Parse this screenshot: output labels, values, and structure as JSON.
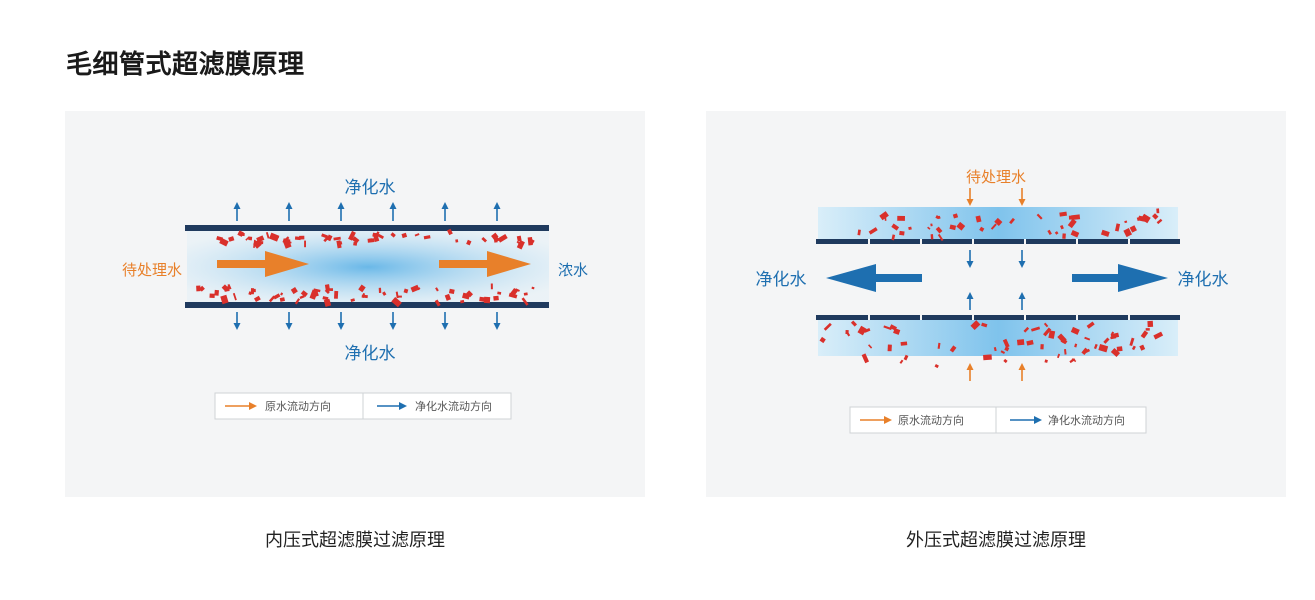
{
  "page": {
    "title": "毛细管式超滤膜原理"
  },
  "colors": {
    "orange": "#e8802a",
    "blue": "#1e6fb0",
    "membrane": "#1f3a5e",
    "particle": "#d9302b"
  },
  "inner": {
    "caption": "内压式超滤膜过滤原理",
    "purified_top": "净化水",
    "purified_bottom": "净化水",
    "feed": "待处理水",
    "concentrate": "浓水",
    "legend": {
      "raw": "原水流动方向",
      "purified": "净化水流动方向"
    }
  },
  "outer": {
    "caption": "外压式超滤膜过滤原理",
    "feed": "待处理水",
    "purified_left": "净化水",
    "purified_right": "净化水",
    "legend": {
      "raw": "原水流动方向",
      "purified": "净化水流动方向"
    }
  }
}
